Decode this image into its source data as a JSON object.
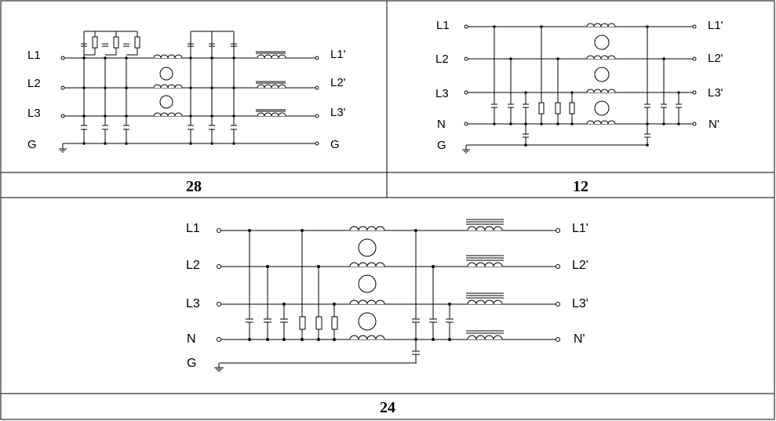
{
  "panels": [
    {
      "caption": "28",
      "inputs": [
        "L1",
        "L2",
        "L3",
        "G"
      ],
      "outputs": [
        "L1'",
        "L2'",
        "L3'",
        "G"
      ]
    },
    {
      "caption": "12",
      "inputs": [
        "L1",
        "L2",
        "L3",
        "N",
        "G"
      ],
      "outputs": [
        "L1'",
        "L2'",
        "L3'",
        "N'"
      ]
    },
    {
      "caption": "24",
      "inputs": [
        "L1",
        "L2",
        "L3",
        "N",
        "G"
      ],
      "outputs": [
        "L1'",
        "L2'",
        "L3'",
        "N'"
      ]
    }
  ]
}
